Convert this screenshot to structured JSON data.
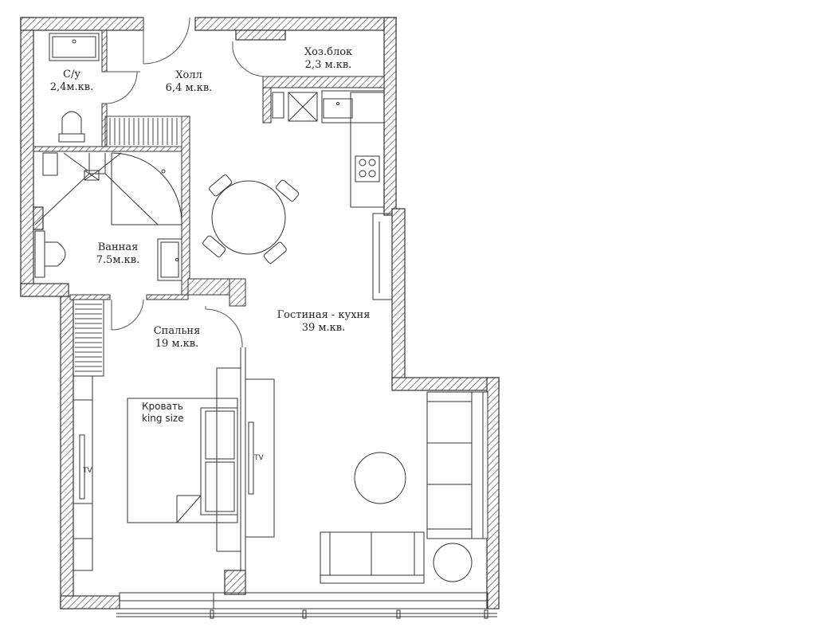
{
  "rooms": {
    "toilet": {
      "name": "С/у",
      "area": "2,4м.кв."
    },
    "hall": {
      "name": "Холл",
      "area": "6,4 м.кв."
    },
    "storage": {
      "name": "Хоз.блок",
      "area": "2,3 м.кв."
    },
    "bathroom": {
      "name": "Ванная",
      "area": "7.5м.кв."
    },
    "bedroom": {
      "name": "Спальня",
      "area": "19 м.кв."
    },
    "living_kitchen": {
      "name": "Гостиная - кухня",
      "area": "39 м.кв."
    }
  },
  "furniture": {
    "bed_label_line1": "Кровать",
    "bed_label_line2": "king size",
    "tv_label": "TV"
  },
  "colors": {
    "wall_hatch": "#555555",
    "line": "#333333",
    "background": "#ffffff"
  }
}
